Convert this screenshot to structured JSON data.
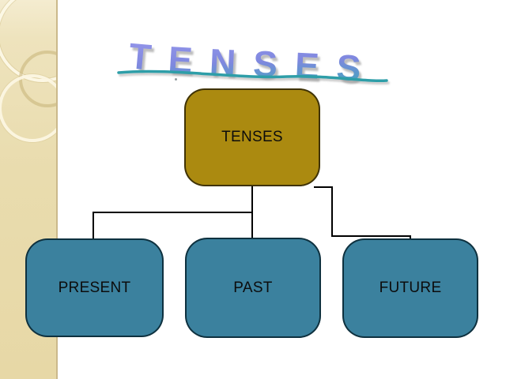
{
  "slide_title": {
    "text": "TENSES"
  },
  "diagram": {
    "root": {
      "label": "TENSES"
    },
    "children": [
      {
        "label": "PRESENT"
      },
      {
        "label": "PAST"
      },
      {
        "label": "FUTURE"
      }
    ],
    "connector_color": "#000000"
  },
  "palette": {
    "slide_background": "#FFFFFF",
    "sidebar_beige": "#E9DCAE",
    "sidebar_edge": "#CBB98B",
    "root_fill": "#AB8A10",
    "child_fill": "#3B819E",
    "node_border_dark": "#123844",
    "node_text": "#0C0C0C",
    "wordart_gradient_top": "#9898EC",
    "wordart_gradient_mid": "#7F88DF",
    "wordart_gradient_bottom": "#43A4BD",
    "wordart_underline": "#2E9EA8"
  }
}
